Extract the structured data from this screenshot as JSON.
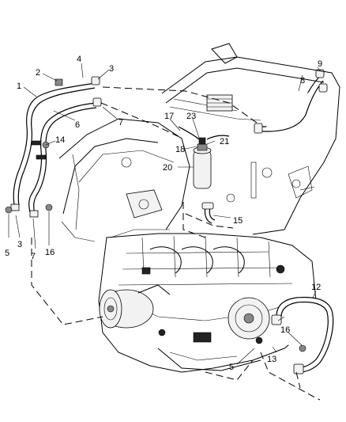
{
  "callouts": {
    "c1": "1",
    "c2": "2",
    "c3a": "3",
    "c3b": "3",
    "c4": "4",
    "c5a": "5",
    "c5b": "5",
    "c6": "6",
    "c7a": "7",
    "c7b": "7",
    "c8": "8",
    "c9": "9",
    "c12": "12",
    "c13": "13",
    "c14": "14",
    "c15": "15",
    "c16a": "16",
    "c16b": "16",
    "c17": "17",
    "c18": "18",
    "c20": "20",
    "c21": "21",
    "c23": "23"
  }
}
